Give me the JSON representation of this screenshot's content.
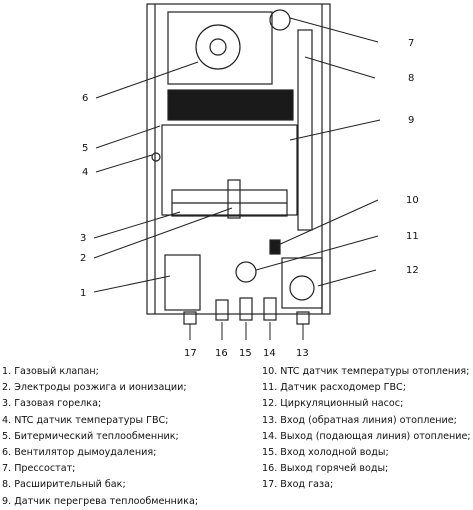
{
  "callouts": {
    "n1": "1",
    "n2": "2",
    "n3": "3",
    "n4": "4",
    "n5": "5",
    "n6": "6",
    "n7": "7",
    "n8": "8",
    "n9": "9",
    "n10": "10",
    "n11": "11",
    "n12": "12",
    "n13": "13",
    "n14": "14",
    "n15": "15",
    "n16": "16",
    "n17": "17"
  },
  "legend": {
    "left": [
      "1. Газовый клапан;",
      "2. Электроды розжига и ионизации;",
      "3. Газовая горелка;",
      "4. NTC датчик температуры ГВС;",
      "5. Битермический теплообменник;",
      "6. Вентилятор дымоудаления;",
      "7. Прессостат;",
      "8. Расширительный бак;",
      "9. Датчик перегрева теплообменника;"
    ],
    "right": [
      "10. NTC датчик температуры отопления;",
      "11. Датчик расходомер ГВС;",
      "12. Циркуляционный насос;",
      "13. Вход (обратная линия) отопление;",
      "14. Выход (подающая линия) отопление;",
      "15. Вход холодной воды;",
      "16. Выход горячей воды;",
      "17. Вход газа;"
    ]
  }
}
